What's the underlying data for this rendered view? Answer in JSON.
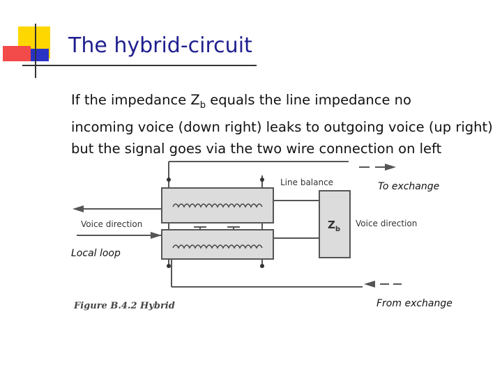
{
  "slide": {
    "title": "The hybrid-circuit",
    "body": {
      "line1_prefix": "If the impedance Z",
      "line1_sub": "b",
      "line1_suffix": " equals the line impedance no",
      "line2": "incoming voice (down right) leaks to outgoing voice (up right)",
      "line3": "but the signal goes via the two wire connection on left"
    }
  },
  "figure": {
    "labels": {
      "line_balance": "Line balance",
      "to_exchange": "To exchange",
      "voice_direction_left": "Voice direction",
      "voice_direction_right": "Voice direction",
      "zb_main": "Z",
      "zb_sub": "b",
      "local_loop": "Local loop",
      "from_exchange": "From exchange",
      "caption": "Figure B.4.2 Hybrid"
    }
  },
  "colors": {
    "title": "#1f1f8f",
    "accent_yellow": "#ffd700",
    "accent_red": "#f04040",
    "accent_blue": "#2030c0",
    "diagram_line": "#555555",
    "diagram_fill": "#dcdcdc"
  }
}
